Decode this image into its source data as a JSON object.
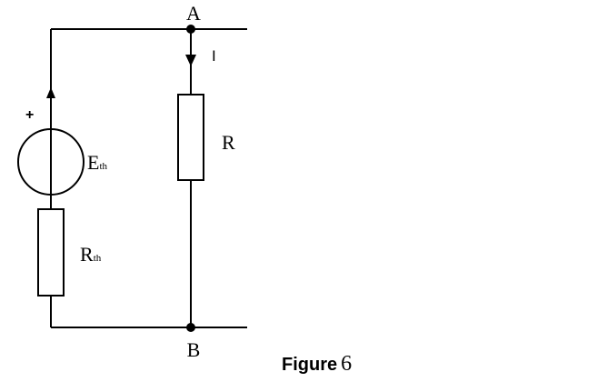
{
  "diagram": {
    "nodes": {
      "top": "A",
      "bottom": "B"
    },
    "current": {
      "label": "I"
    },
    "source": {
      "polarity": "+",
      "label_main": "E",
      "label_sub": "th"
    },
    "series_resistor": {
      "label_main": "R",
      "label_sub": "th"
    },
    "load_resistor": {
      "label": "R"
    }
  },
  "caption": {
    "word": "Figure",
    "number": "6"
  }
}
